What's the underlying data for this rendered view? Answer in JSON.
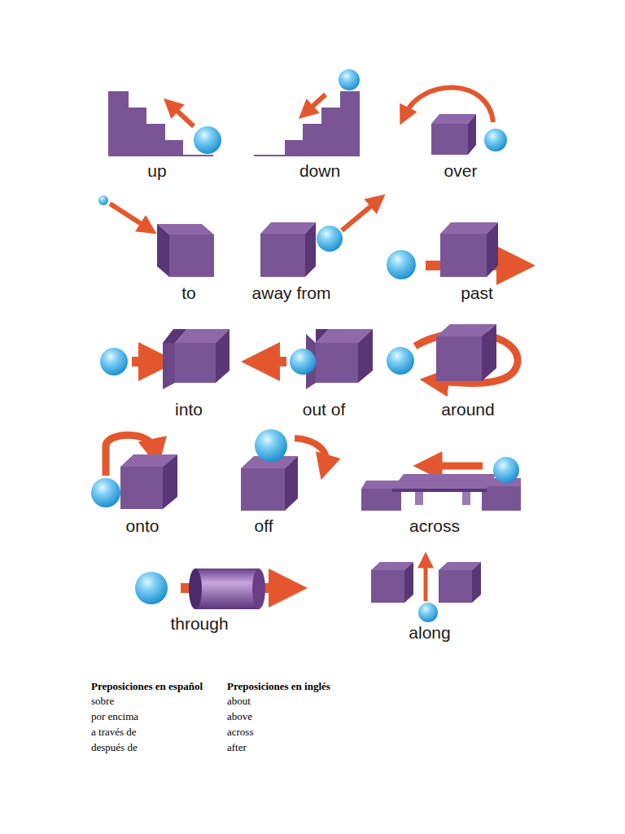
{
  "diagram": {
    "labels": [
      "up",
      "down",
      "over",
      "to",
      "away from",
      "past",
      "into",
      "out of",
      "around",
      "onto",
      "off",
      "across",
      "through",
      "along",
      "Preposiciones en español",
      "Preposiciones en inglés",
      "sobre",
      "about",
      "por encima",
      "above",
      "a través de",
      "across",
      "después de",
      "after"
    ]
  }
}
